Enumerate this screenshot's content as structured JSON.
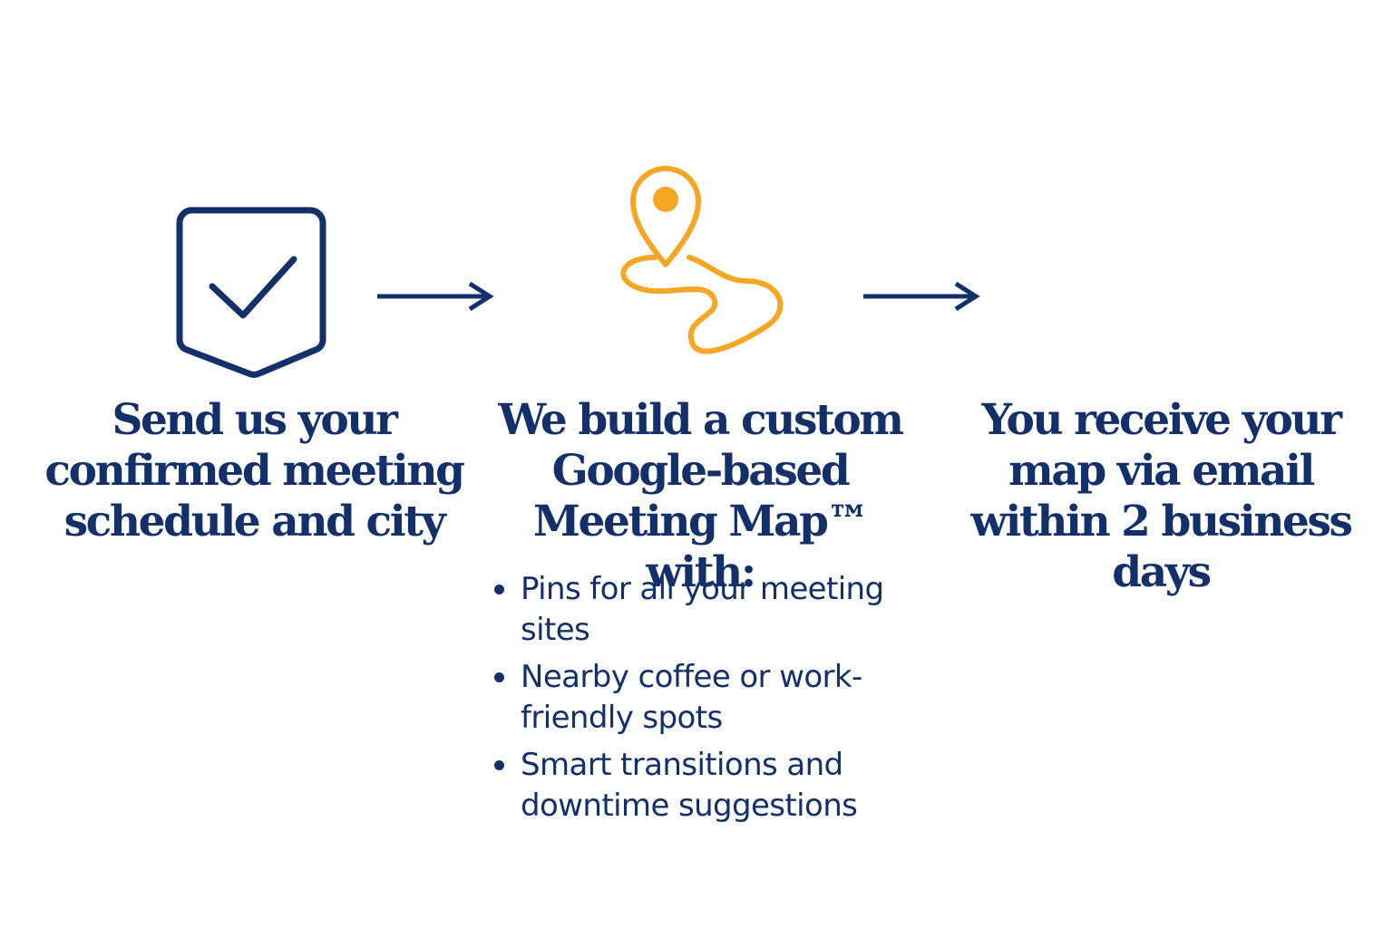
{
  "colors": {
    "navy": "#13306a",
    "accent": "#f5a623",
    "background": "#ffffff"
  },
  "steps": [
    {
      "icon": "shield-check-icon",
      "title": "Send us your\nconfirmed meeting\nschedule and city"
    },
    {
      "icon": "map-pin-route-icon",
      "title": "We build a custom\nGoogle-based\nMeeting Map™ with:",
      "features": [
        "Pins for all your meeting sites",
        "Nearby coffee or work-friendly spots",
        "Smart transitions and downtime suggestions"
      ]
    },
    {
      "title": "You receive your\nmap via email\nwithin 2 business days"
    }
  ],
  "connectors": [
    "arrow-right-icon",
    "arrow-right-icon"
  ]
}
